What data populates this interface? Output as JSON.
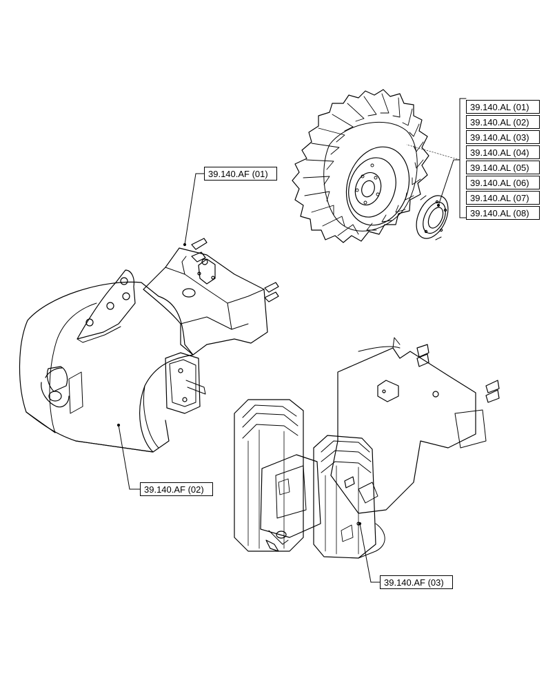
{
  "callouts": {
    "af": [
      {
        "label": "39.140.AF (01)"
      },
      {
        "label": "39.140.AF (02)"
      },
      {
        "label": "39.140.AF (03)"
      }
    ],
    "al": [
      {
        "label": "39.140.AL (01)"
      },
      {
        "label": "39.140.AL (02)"
      },
      {
        "label": "39.140.AL (03)"
      },
      {
        "label": "39.140.AL (04)"
      },
      {
        "label": "39.140.AL (05)"
      },
      {
        "label": "39.140.AL (06)"
      },
      {
        "label": "39.140.AL (07)"
      },
      {
        "label": "39.140.AL (08)"
      }
    ]
  },
  "parts": [
    "front-weight-bracket",
    "front-weight-block",
    "stacked-front-weights",
    "rear-wheel-tire",
    "wheel-weight-ring"
  ]
}
